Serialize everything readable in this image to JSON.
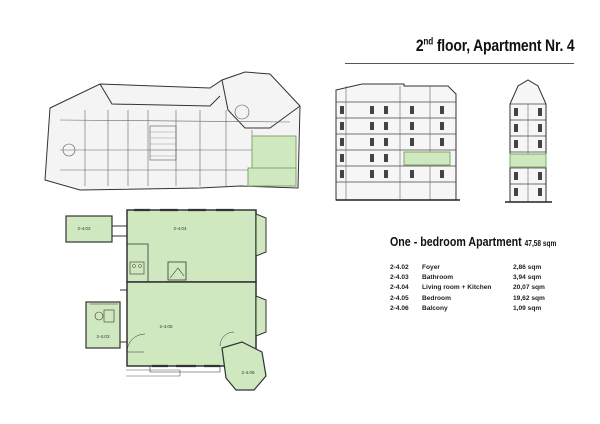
{
  "page": {
    "title_prefix": "2",
    "title_sup": "nd",
    "title_rest": " floor, Apartment Nr. 4"
  },
  "apartment": {
    "type_label": "One - bedroom Apartment",
    "total_area": "47,58 sqm"
  },
  "rooms": [
    {
      "id": "2-4.02",
      "name": "Foyer",
      "area": "2,86 sqm"
    },
    {
      "id": "2-4.03",
      "name": "Bathroom",
      "area": "3,94 sqm"
    },
    {
      "id": "2-4.04",
      "name": "Living room + Kitchen",
      "area": "20,07 sqm"
    },
    {
      "id": "2-4.05",
      "name": "Bedroom",
      "area": "19,62 sqm"
    },
    {
      "id": "2-4.06",
      "name": "Balcony",
      "area": "1,09 sqm"
    }
  ],
  "plan_labels": {
    "foyer": "2-4.02",
    "bathroom": "2-4.03",
    "living": "2-4.04",
    "bedroom": "2-4.05",
    "balcony": "2-4.06"
  },
  "colors": {
    "highlight": "#cfe8bf",
    "highlight_stroke": "#7fa86a",
    "lines": "#333333"
  }
}
